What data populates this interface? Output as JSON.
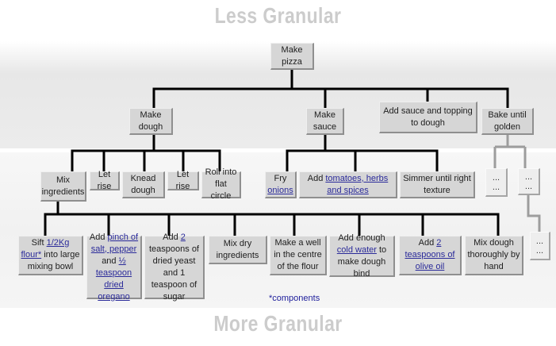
{
  "headings": {
    "top": "Less Granular",
    "bottom": "More Granular"
  },
  "root": {
    "label": "Make pizza"
  },
  "level1": [
    {
      "label": "Make dough"
    },
    {
      "label": "Make sauce"
    },
    {
      "label": "Add sauce and topping to dough"
    },
    {
      "label": "Bake until golden"
    }
  ],
  "dough_steps": [
    {
      "label": "Mix ingredients"
    },
    {
      "label": "Let rise"
    },
    {
      "label": "Knead dough"
    },
    {
      "label": "Let rise"
    },
    {
      "label": "Roll into flat circle"
    }
  ],
  "sauce_steps": {
    "fry": {
      "pre": "Fry",
      "link": "onions"
    },
    "add": {
      "pre": "Add",
      "link": "tomatoes, herbs and spices"
    },
    "simmer": {
      "label": "Simmer until right texture"
    }
  },
  "mix_steps": {
    "sift": {
      "pre": "Sift",
      "link": "1/2Kg flour*",
      "post": "into large mixing bowl"
    },
    "add_salt": {
      "pre": "Add",
      "link": "pinch of salt, pepper",
      "mid": "and",
      "link2": "½ teaspoon dried oregano"
    },
    "add_yeast": {
      "pre": "Add",
      "link": "2",
      "post": "teaspoons of dried yeast and 1 teaspoon of sugar"
    },
    "mix_dry": {
      "label": "Mix dry ingredients"
    },
    "well": {
      "label": "Make a well in the centre of the flour"
    },
    "water": {
      "pre": "Add enough",
      "link": "cold water",
      "post": "to make dough bind"
    },
    "oil": {
      "pre": "Add",
      "link": "2 teaspoons of olive oil"
    },
    "mix_dough": {
      "label": "Mix dough thoroughly by hand"
    }
  },
  "ellipsis": "...",
  "footnote": "*components",
  "colors": {
    "node_fill": "#d6d6d6",
    "edge": "#000000",
    "link": "#2b2b9a",
    "heading": "#cccccc",
    "band": "#eeeeee"
  }
}
